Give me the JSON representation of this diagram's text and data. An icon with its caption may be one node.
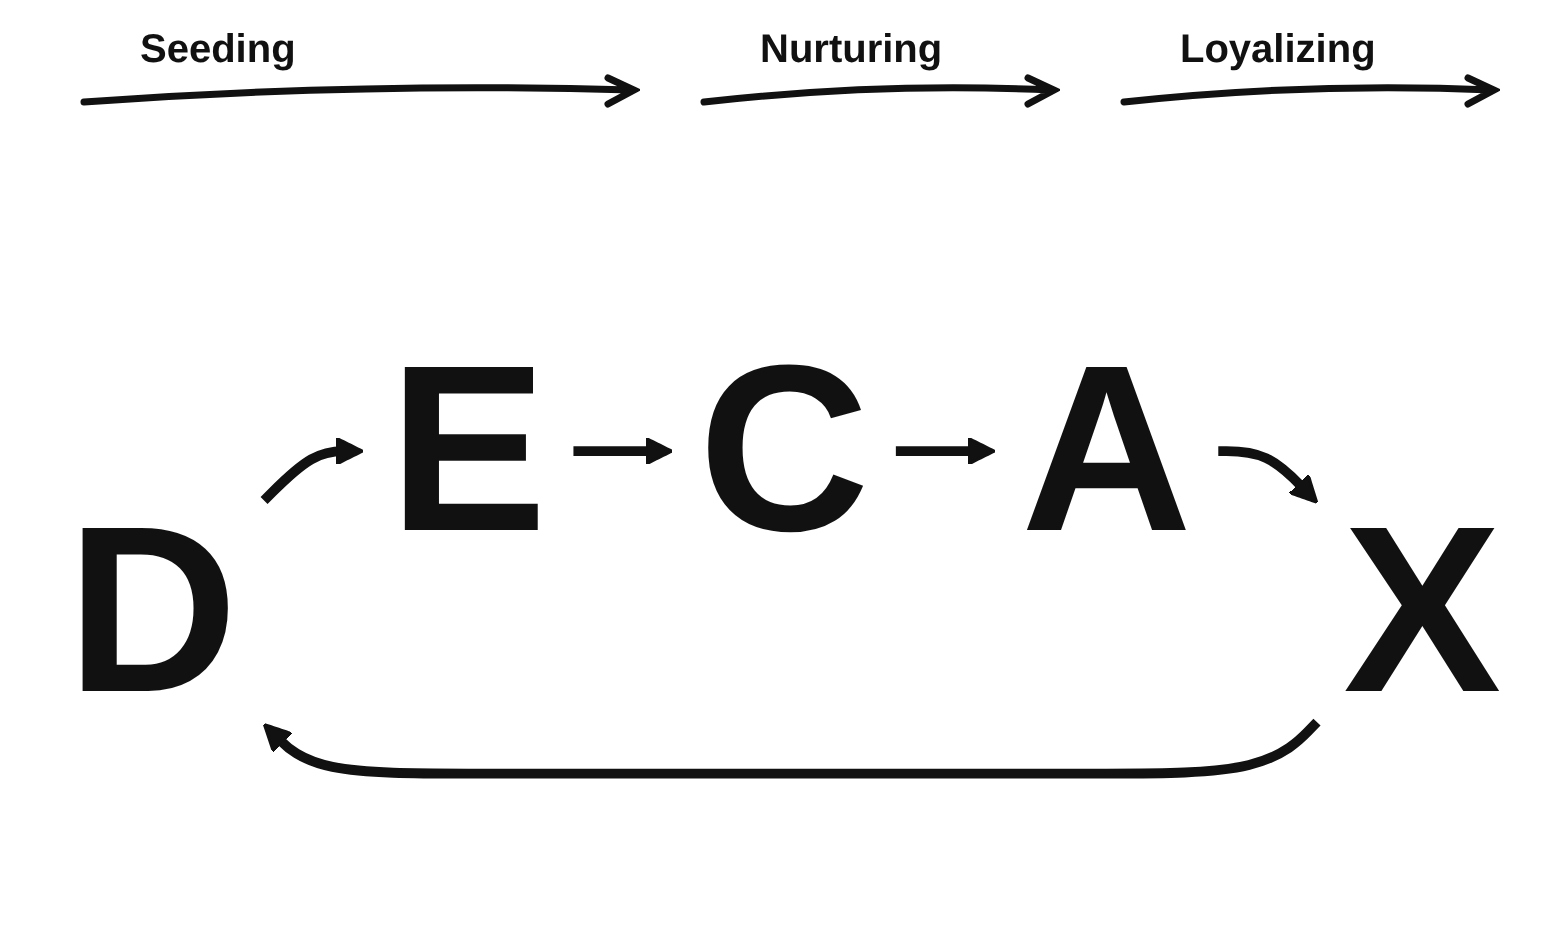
{
  "diagram": {
    "nodes": [
      {
        "text": [
          "D"
        ]
      },
      {
        "text": [
          "E"
        ]
      },
      {
        "text": [
          "C"
        ]
      },
      {
        "text": [
          "A"
        ]
      },
      {
        "text": [
          "X"
        ]
      }
    ],
    "edges": [
      {
        "from": 0,
        "to": 1,
        "arrow": "to"
      },
      {
        "from": 1,
        "to": 2,
        "arrow": "to"
      },
      {
        "from": 2,
        "to": 3,
        "arrow": "to"
      },
      {
        "from": 3,
        "to": 4,
        "arrow": "to"
      },
      {
        "from": 4,
        "to": 0,
        "arrow": "to"
      }
    ],
    "labels": [
      "Seeding",
      "Nurturing",
      "Loyalizing"
    ]
  }
}
